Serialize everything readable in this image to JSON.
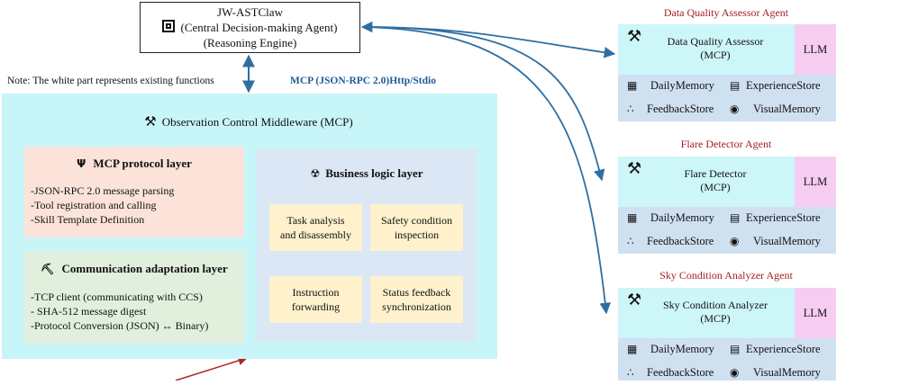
{
  "central_agent": {
    "name": "JW-ASTClaw",
    "role": "(Central Decision-making Agent)",
    "engine": "(Reasoning Engine)"
  },
  "note": "Note: The white part represents existing functions",
  "mcp_protocol_label": "MCP (JSON-RPC 2.0)Http/Stdio",
  "mcp": {
    "title": "Observation Control Middleware (MCP)",
    "protocol_layer": {
      "title": "MCP protocol layer",
      "items": [
        "-JSON-RPC 2.0 message parsing",
        "-Tool registration and calling",
        "-Skill Template Definition"
      ]
    },
    "comm_layer": {
      "title": "Communication adaptation layer",
      "items": [
        "-TCP client (communicating with CCS)",
        "- SHA-512 message digest",
        "-Protocol Conversion (JSON) ↔ Binary)"
      ]
    },
    "business_layer": {
      "title": "Business logic layer",
      "tasks": [
        {
          "l1": "Task analysis",
          "l2": "and disassembly"
        },
        {
          "l1": "Safety condition",
          "l2": "inspection"
        },
        {
          "l1": "Instruction",
          "l2": "forwarding"
        },
        {
          "l1": "Status feedback",
          "l2": "synchronization"
        }
      ]
    }
  },
  "agents": [
    {
      "label": "Data Quality Assessor Agent",
      "name": "Data Quality Assessor",
      "sub": "(MCP)",
      "llm": "LLM",
      "stores": [
        "DailyMemory",
        "ExperienceStore",
        "FeedbackStore",
        "VisualMemory"
      ]
    },
    {
      "label": "Flare Detector Agent",
      "name": "Flare Detector",
      "sub": "(MCP)",
      "llm": "LLM",
      "stores": [
        "DailyMemory",
        "ExperienceStore",
        "FeedbackStore",
        "VisualMemory"
      ]
    },
    {
      "label": "Sky Condition Analyzer Agent",
      "name": "Sky Condition Analyzer",
      "sub": "(MCP)",
      "llm": "LLM",
      "stores": [
        "DailyMemory",
        "ExperienceStore",
        "FeedbackStore",
        "VisualMemory"
      ]
    }
  ],
  "colors": {
    "mcp_bg": "#c8f5f7",
    "protocol_bg": "#fbe3d9",
    "comm_bg": "#e1f0dc",
    "business_bg": "#dbe7f5",
    "task_bg": "#fff1cc",
    "agent_bg": "#cdf6f8",
    "llm_bg": "#f6ccf1",
    "store_bg": "#cfe0f1",
    "arrow": "#2e6fa3",
    "agent_label": "#a41f1f"
  }
}
